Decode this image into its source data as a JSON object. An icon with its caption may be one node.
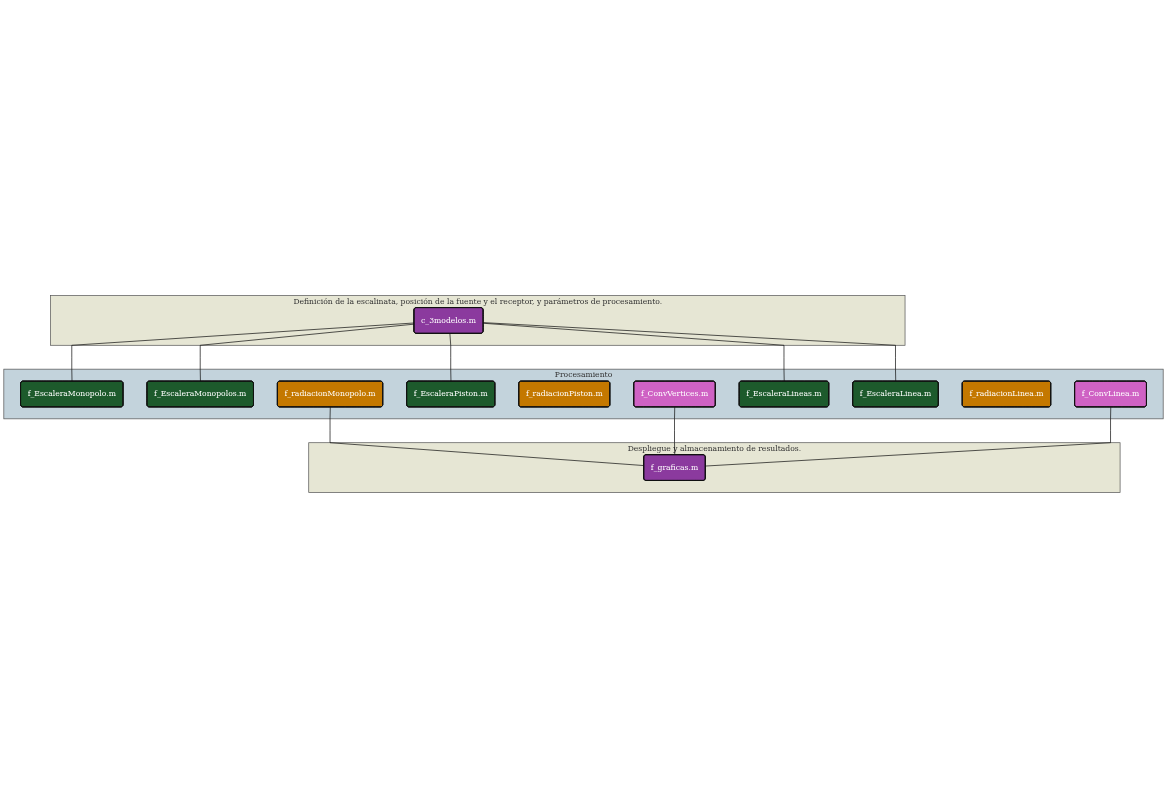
{
  "diagram": {
    "nodes": [
      {
        "text": [
          "Definición de la escalinata, posición de la fuente y el receptor, y parámetros de procesamiento."
        ]
      },
      {
        "text": [
          "c_3modelos.m"
        ],
        "in": 0
      },
      {
        "text": [
          "Procesamiento"
        ]
      },
      {
        "text": [
          "f_EscaleraMonopolo.m"
        ],
        "in": 2
      },
      {
        "text": [
          "f_EscaleraMonopolos.m"
        ],
        "in": 2
      },
      {
        "text": [
          "f_radiacionMonopolo.m"
        ],
        "in": 2
      },
      {
        "text": [
          "f_EscaleraPiston.m"
        ],
        "in": 2
      },
      {
        "text": [
          "f_radiacionPiston.m"
        ],
        "in": 2
      },
      {
        "text": [
          "f_ConvVertices.m"
        ],
        "in": 2
      },
      {
        "text": [
          "f_EscaleraLineas.m"
        ],
        "in": 2
      },
      {
        "text": [
          "f_EscaleraLinea.m"
        ],
        "in": 2
      },
      {
        "text": [
          "f_radiacionLinea.m"
        ],
        "in": 2
      },
      {
        "text": [
          "f_ConvLinea.m"
        ],
        "in": 2
      },
      {
        "text": [
          "Despliegue y almacenamiento de resultados."
        ]
      },
      {
        "text": [
          "f_graficas.m"
        ],
        "in": 13
      }
    ],
    "edges": [
      {
        "from": 1,
        "to": 3,
        "arrow": "none"
      },
      {
        "from": 1,
        "to": 4,
        "arrow": "none"
      },
      {
        "from": 1,
        "to": 6,
        "arrow": "none"
      },
      {
        "from": 1,
        "to": 9,
        "arrow": "none"
      },
      {
        "from": 1,
        "to": 10,
        "arrow": "none"
      },
      {
        "from": 5,
        "to": 14,
        "arrow": "none"
      },
      {
        "from": 8,
        "to": 14,
        "arrow": "none"
      },
      {
        "from": 12,
        "to": 14,
        "arrow": "none"
      }
    ]
  }
}
